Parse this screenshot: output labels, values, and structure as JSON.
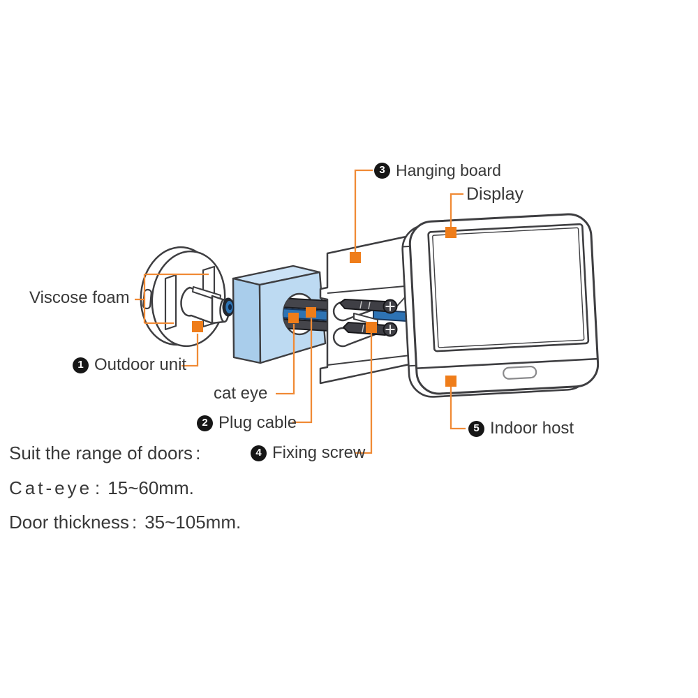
{
  "labels": {
    "hanging_board": {
      "num": "3",
      "text": "Hanging board"
    },
    "display": {
      "text": "Display"
    },
    "viscose_foam": {
      "text": "Viscose foam"
    },
    "outdoor_unit": {
      "num": "1",
      "text": "Outdoor unit"
    },
    "cat_eye": {
      "text": "cat eye"
    },
    "plug_cable": {
      "num": "2",
      "text": "Plug cable"
    },
    "fixing_screw": {
      "num": "4",
      "text": "Fixing screw"
    },
    "indoor_host": {
      "num": "5",
      "text": "Indoor host"
    }
  },
  "specs": {
    "title": {
      "label": "Suit the range of doors",
      "colon": ":"
    },
    "cat_eye": {
      "label": "Cat-eye",
      "colon": ":",
      "value": "15~60mm."
    },
    "door_thickness": {
      "label": "Door thickness",
      "colon": ":",
      "value": "35~105mm."
    }
  },
  "colors": {
    "marker_orange": "#EF7D1A",
    "callout_line_orange": "#F08A35",
    "cable_blue": "#2E73B4",
    "door_panel_front": "#BDDAF2",
    "door_panel_side": "#A9CDEB",
    "door_panel_top": "#CBE2F6",
    "outline_gray": "#3E3E41",
    "text_gray": "#383838"
  }
}
